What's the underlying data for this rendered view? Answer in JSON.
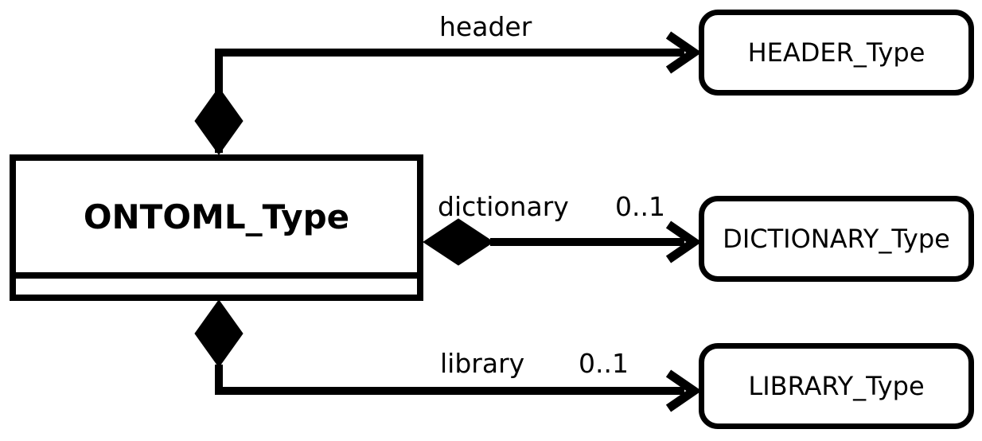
{
  "diagram": {
    "kind": "uml-composition-diagram",
    "colors": {
      "foreground": "#000000",
      "background": "#ffffff"
    },
    "main_class": {
      "name": "ONTOML_Type",
      "attributes": []
    },
    "related_classes": [
      {
        "name": "HEADER_Type"
      },
      {
        "name": "DICTIONARY_Type"
      },
      {
        "name": "LIBRARY_Type"
      }
    ],
    "associations": [
      {
        "label": "header",
        "source": "ONTOML_Type",
        "target": "HEADER_Type",
        "type": "composition"
      },
      {
        "label": "dictionary",
        "multiplicity": "0..1",
        "source": "ONTOML_Type",
        "target": "DICTIONARY_Type",
        "type": "composition"
      },
      {
        "label": "library",
        "multiplicity": "0..1",
        "source": "ONTOML_Type",
        "target": "LIBRARY_Type",
        "type": "composition"
      }
    ]
  }
}
